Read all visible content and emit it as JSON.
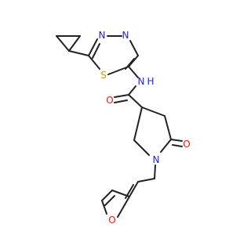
{
  "molecule": {
    "atoms": {
      "n_thiadiazole_a": "N",
      "n_thiadiazole_b": "N",
      "s_thiadiazole": "S",
      "n_amide": "N",
      "h_amide": "H",
      "o_amide": "O",
      "n_pyrrolidinone": "N",
      "o_lactam": "O",
      "o_furan": "O"
    },
    "colors": {
      "bond": "#222222",
      "nitrogen": "#2020ff",
      "oxygen": "#ff0d0d",
      "sulfur": "#c8a000",
      "carbon": "#222222"
    }
  }
}
